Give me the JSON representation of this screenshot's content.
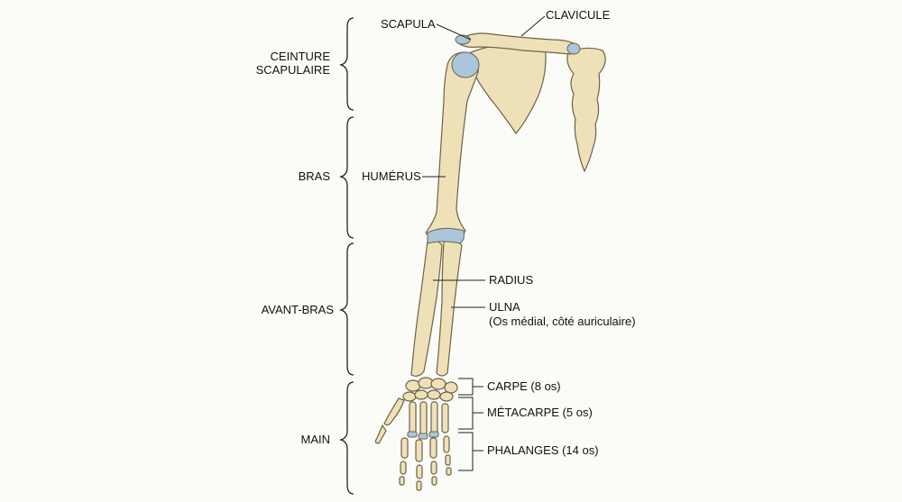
{
  "regions": {
    "ceinture_line1": "CEINTURE",
    "ceinture_line2": "SCAPULAIRE",
    "bras": "BRAS",
    "avant_bras": "AVANT-BRAS",
    "main": "MAIN"
  },
  "bones": {
    "scapula": "SCAPULA",
    "clavicule": "CLAVICULE",
    "humerus": "HUMÉRUS",
    "radius": "RADIUS",
    "ulna": "ULNA",
    "ulna_note": "(Os médial, côté auriculaire)",
    "carpe": "CARPE (8 os)",
    "metacarpe": "MÉTACARPE (5 os)",
    "phalanges": "PHALANGES (14 os)"
  },
  "colors": {
    "bone": "#eee1b8",
    "cartilage": "#a9c6dc",
    "outline": "#6e6248",
    "text": "#111111"
  }
}
